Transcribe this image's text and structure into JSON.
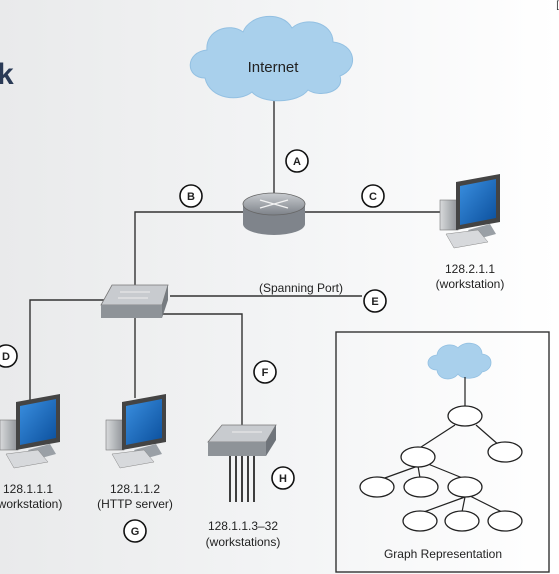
{
  "heading_fragment": "k",
  "corner_fragment": "[",
  "cloud_label": "Internet",
  "markers": {
    "a": "A",
    "b": "B",
    "c": "C",
    "d": "D",
    "e": "E",
    "f": "F",
    "g": "G",
    "h": "H"
  },
  "spanning_port": "(Spanning Port)",
  "hosts": {
    "remote": {
      "ip": "128.2.1.1",
      "role": "(workstation)"
    },
    "ws1": {
      "ip": "128.1.1.1",
      "role": "(workstation)"
    },
    "http": {
      "ip": "128.1.1.2",
      "role": "(HTTP server)"
    },
    "group": {
      "ip": "128.1.1.3–32",
      "role": "(workstations)"
    }
  },
  "graph_caption": "Graph Representation",
  "colors": {
    "cloud": "#a9d0ec",
    "screen": "#1a6fc1",
    "device": "#9aa0a6",
    "line": "#333333"
  }
}
